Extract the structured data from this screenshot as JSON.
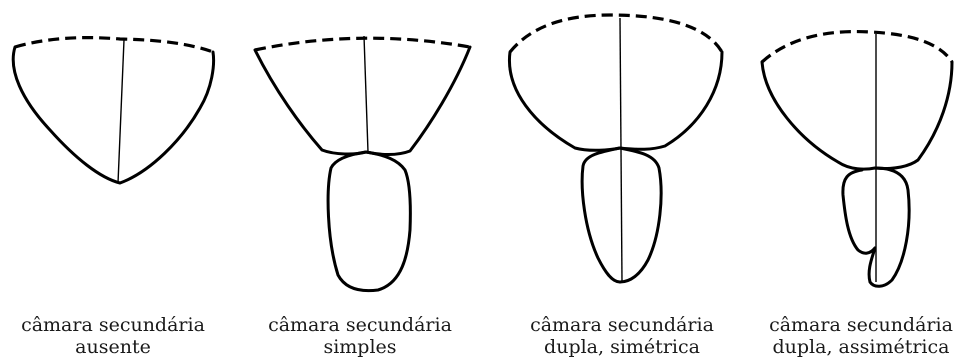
{
  "figures": [
    {
      "id": "absent",
      "caption_line1": "câmara secundária",
      "caption_line2": "ausente"
    },
    {
      "id": "simple",
      "caption_line1": "câmara secundária",
      "caption_line2": "simples"
    },
    {
      "id": "double_sym",
      "caption_line1": "câmara secundária",
      "caption_line2": "dupla, simétrica"
    },
    {
      "id": "double_asym",
      "caption_line1": "câmara secundária",
      "caption_line2": "dupla, assimétrica"
    }
  ]
}
